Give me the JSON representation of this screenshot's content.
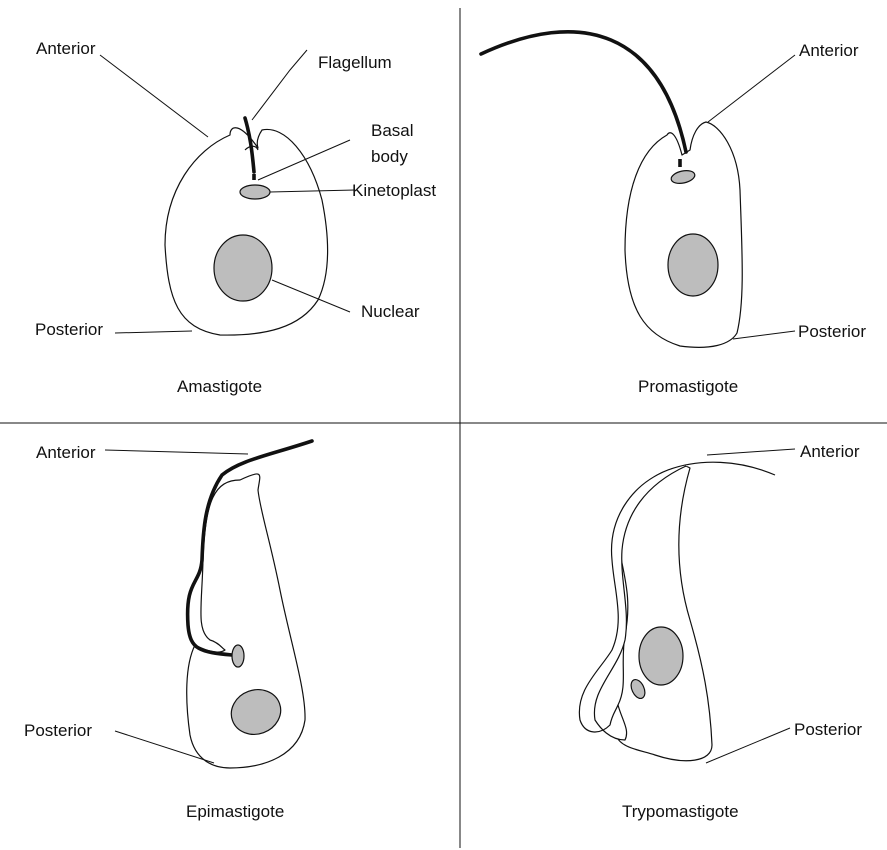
{
  "panels": {
    "amastigote": {
      "title": "Amastigote",
      "anterior": "Anterior",
      "posterior": "Posterior",
      "flagellum": "Flagellum",
      "basal_body_line1": "Basal",
      "basal_body_line2": "body",
      "kinetoplast": "Kinetoplast",
      "nuclear": "Nuclear"
    },
    "promastigote": {
      "title": "Promastigote",
      "anterior": "Anterior",
      "posterior": "Posterior"
    },
    "epimastigote": {
      "title": "Epimastigote",
      "anterior": "Anterior",
      "posterior": "Posterior"
    },
    "trypomastigote": {
      "title": "Trypomastigote",
      "anterior": "Anterior",
      "posterior": "Posterior"
    }
  },
  "colors": {
    "organelle_fill": "#bdbdbd",
    "line": "#111111",
    "background": "#ffffff"
  }
}
